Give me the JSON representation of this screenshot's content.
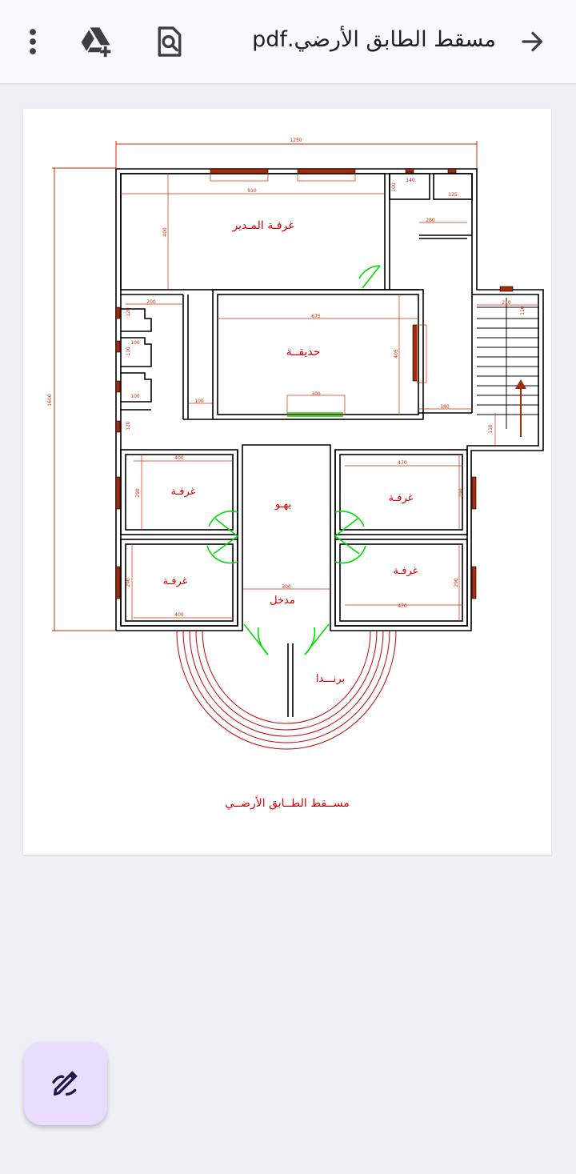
{
  "file_title": "مسقط الطابق الأرضي.pdf",
  "icons": {
    "back": "arrow-right-icon",
    "search": "find-in-page-icon",
    "drive": "add-to-drive-icon",
    "menu": "more-vert-icon",
    "annotate": "pen-icon"
  },
  "colors": {
    "accent": "#e9ddff",
    "plan_lines": "#000000",
    "plan_labels": "#d60000",
    "dimensions": "#d62a00",
    "doors": "#00e000"
  },
  "plan": {
    "rooms": {
      "manager_room": "غرفـة المـدير",
      "garden": "حديقــة",
      "hall": "بهـو",
      "room_left_top": "غرفـة",
      "room_left_bottom": "غرفـة",
      "room_right_top": "غرفـة",
      "room_right_bottom": "غرفـة",
      "entrance": "مدخل",
      "veranda": "برنـــدا"
    },
    "caption": "مســقط الطــابق الأرضــي",
    "dimensions": {
      "overall_width": "1250",
      "overall_height": "1600",
      "manager_width": "910",
      "manager_height": "400",
      "small_dims_1": "140",
      "small_dims_2": "100",
      "small_dims_3": "125",
      "small_dims_4": "280",
      "garden_width": "675",
      "garden_height": "405",
      "stairs_width": "210",
      "stairs_dim": "110",
      "corridor_180": "180",
      "left_200": "200",
      "left_120a": "120",
      "left_100a": "100",
      "left_110": "110",
      "left_100b": "100",
      "left_120b": "120",
      "left_100c": "100",
      "room_lt_w": "400",
      "room_lt_h": "290",
      "room_rt_w": "470",
      "room_rt_h": "290",
      "room_lb_w": "400",
      "room_lb_h": "290",
      "room_rb_w": "470",
      "room_rb_h": "290",
      "entrance_w": "300",
      "stair_bottom": "110",
      "garden_opening": "300"
    }
  }
}
